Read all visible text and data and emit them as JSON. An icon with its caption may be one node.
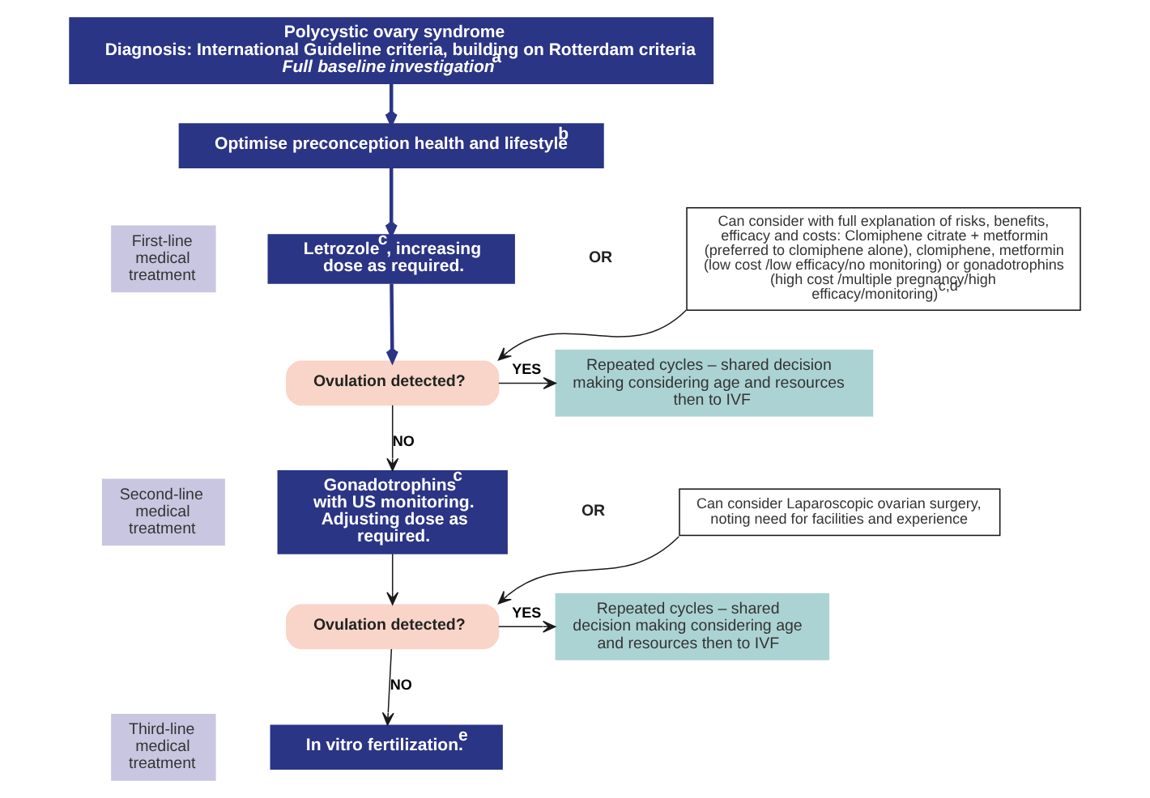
{
  "diagram": {
    "nodes": [
      {
        "text": [
          "Polycystic ovary syndrome",
          "Diagnosis: International Guideline criteria, building on Rotterdam criteria *Full baseline investigation*$^{a}$"
        ]
      },
      {
        "text": [
          "Optimise preconception health and lifestyle$^{b}$"
        ]
      },
      {
        "text": [
          "First-line medical treatment"
        ]
      },
      {
        "text": [
          "Letrozole$^{c}$, increasing dose as required."
        ]
      },
      {
        "text": [
          "Can consider with full explanation of risks, benefits, efficacy and costs: Clomiphene citrate + metformin (preferred to clomiphene alone), clomiphene, metformin (low cost /low efficacy/no monitoring) or gonadotrophins (high cost /multiple pregnancy/high efficacy/monitoring)$^{c,d}$"
        ]
      },
      {
        "text": [
          "Ovulation detected?"
        ]
      },
      {
        "text": [
          "Repeated cycles – shared decision making considering age and resources then to IVF"
        ]
      },
      {
        "text": [
          "Second-line medical treatment"
        ]
      },
      {
        "text": [
          "Gonadotrophins$^{c}$ with US monitoring. Adjusting dose as required."
        ]
      },
      {
        "text": [
          "Can consider Laparoscopic ovarian surgery, noting need for facilities and experience"
        ]
      },
      {
        "text": [
          "Ovulation detected?"
        ]
      },
      {
        "text": [
          "Repeated cycles – shared decision making considering age and resources then to IVF"
        ]
      },
      {
        "text": [
          "Third-line medical treatment"
        ]
      },
      {
        "text": [
          "In vitro fertilization.$^{e}$"
        ]
      }
    ],
    "edges": [
      {
        "from": 0,
        "to": 1,
        "arrow": "to",
        "style": "thick",
        "color": "#2b3585"
      },
      {
        "from": 1,
        "to": 3,
        "arrow": "to",
        "style": "thick",
        "color": "#2b3585"
      },
      {
        "from": 3,
        "to": 5,
        "arrow": "to",
        "style": "thick",
        "color": "#2b3585"
      },
      {
        "from": 4,
        "to": 5,
        "arrow": "to"
      },
      {
        "from": 5,
        "to": 6,
        "arrow": "to",
        "label": "YES"
      },
      {
        "from": 5,
        "to": 8,
        "arrow": "to",
        "label": "NO"
      },
      {
        "from": 8,
        "to": 10,
        "arrow": "to"
      },
      {
        "from": 9,
        "to": 10,
        "arrow": "to"
      },
      {
        "from": 10,
        "to": 11,
        "arrow": "to",
        "label": "YES"
      },
      {
        "from": 10,
        "to": 13,
        "arrow": "to",
        "label": "NO"
      }
    ],
    "labels": [
      "OR",
      "OR"
    ]
  }
}
